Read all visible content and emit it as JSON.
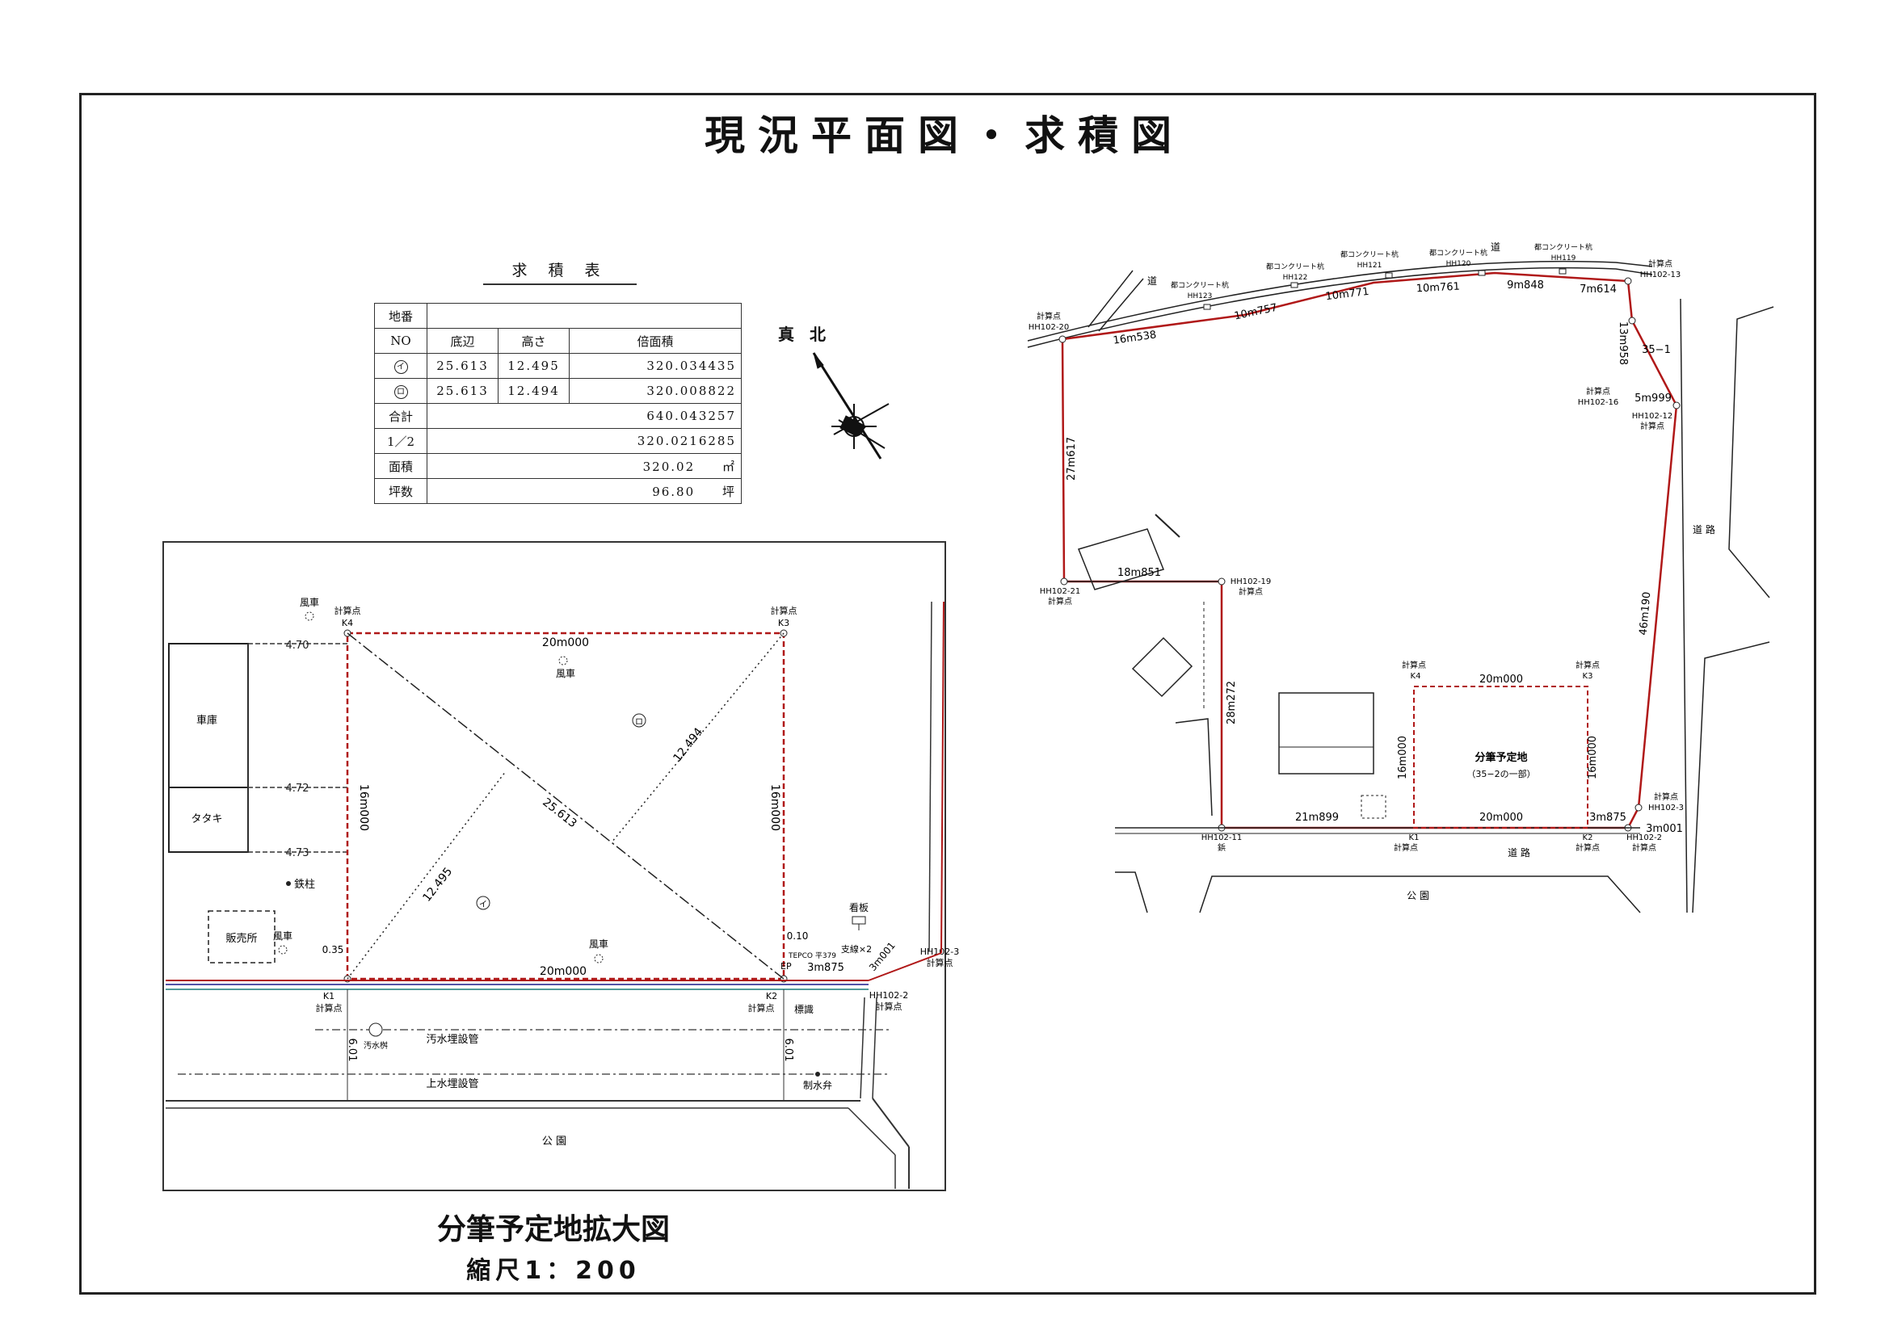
{
  "title": "現況平面図・求積図",
  "table": {
    "caption": "求 積 表",
    "chiban_label": "地番",
    "headers": [
      "NO",
      "底辺",
      "高さ",
      "倍面積"
    ],
    "rows": [
      {
        "no": "イ",
        "base": "25.613",
        "height": "12.495",
        "double_area": "320.034435"
      },
      {
        "no": "ロ",
        "base": "25.613",
        "height": "12.494",
        "double_area": "320.008822"
      }
    ],
    "total_label": "合計",
    "total_value": "640.043257",
    "half_label": "1／2",
    "half_value": "320.0216285",
    "area_label": "面積",
    "area_value": "320.02",
    "area_unit": "㎡",
    "tsubo_label": "坪数",
    "tsubo_value": "96.80",
    "tsubo_unit": "坪"
  },
  "north": "真 北",
  "enlarged": {
    "title": "分筆予定地拡大図",
    "scale": "縮尺1：200",
    "points": {
      "k1": "K1",
      "k2": "K2",
      "k3": "K3",
      "k4": "K4",
      "calc": "計算点",
      "hh2": "HH102-2",
      "hh3": "HH102-3"
    },
    "dims": {
      "top": "20m000",
      "bottom": "20m000",
      "left": "16m000",
      "right": "16m000",
      "diag_long": "25.613",
      "diag_a": "12.495",
      "diag_b": "12.494",
      "short": "3m875",
      "short2": "3m001",
      "road_a": "6.01",
      "road_b": "6.01",
      "off1": "4.70",
      "off2": "4.72",
      "off3": "4.73",
      "off4": "0.35",
      "off5": "0.10"
    },
    "labels": {
      "garage": "車庫",
      "tataki": "タタキ",
      "tower": "鉄柱",
      "shop": "販売所",
      "windmill": "風車",
      "sewer": "汚水埋設管",
      "water": "上水埋設管",
      "manhole": "汚水桝",
      "valve": "制水弁",
      "sign": "看板",
      "stay": "支線×2",
      "marker": "標識",
      "park": "公 園",
      "ep": "EP",
      "tepco": "TEPCO 平379",
      "i": "イ",
      "ro": "ロ"
    }
  },
  "site": {
    "points": {
      "hh20": "HH102-20",
      "hh21": "HH102-21",
      "hh19": "HH102-19",
      "hh11": "HH102-11",
      "hh13": "HH102-13",
      "hh16": "HH102-16",
      "hh12": "HH102-12",
      "hh3": "HH102-3",
      "hh2": "HH102-2",
      "hh123": "HH123",
      "hh122": "HH122",
      "hh121": "HH121",
      "hh120": "HH120",
      "hh119": "HH119",
      "k1": "K1",
      "k2": "K2",
      "k3": "K3",
      "k4": "K4",
      "calc": "計算点",
      "concrete": "都コンクリート杭",
      "nail": "鋲"
    },
    "dims": [
      "16m538",
      "10m757",
      "10m771",
      "10m761",
      "9m848",
      "7m614",
      "13m958",
      "5m999",
      "46m190",
      "27m617",
      "18m851",
      "28m272",
      "21m899",
      "20m000",
      "20m000",
      "16m000",
      "16m000",
      "3m875",
      "3m001"
    ],
    "labels": {
      "lot": "35−1",
      "planned": "分筆予定地",
      "planned_sub": "（35−2の一部）",
      "road": "道 路",
      "road_v": "道 路",
      "road_top": "道",
      "park": "公 園"
    }
  }
}
